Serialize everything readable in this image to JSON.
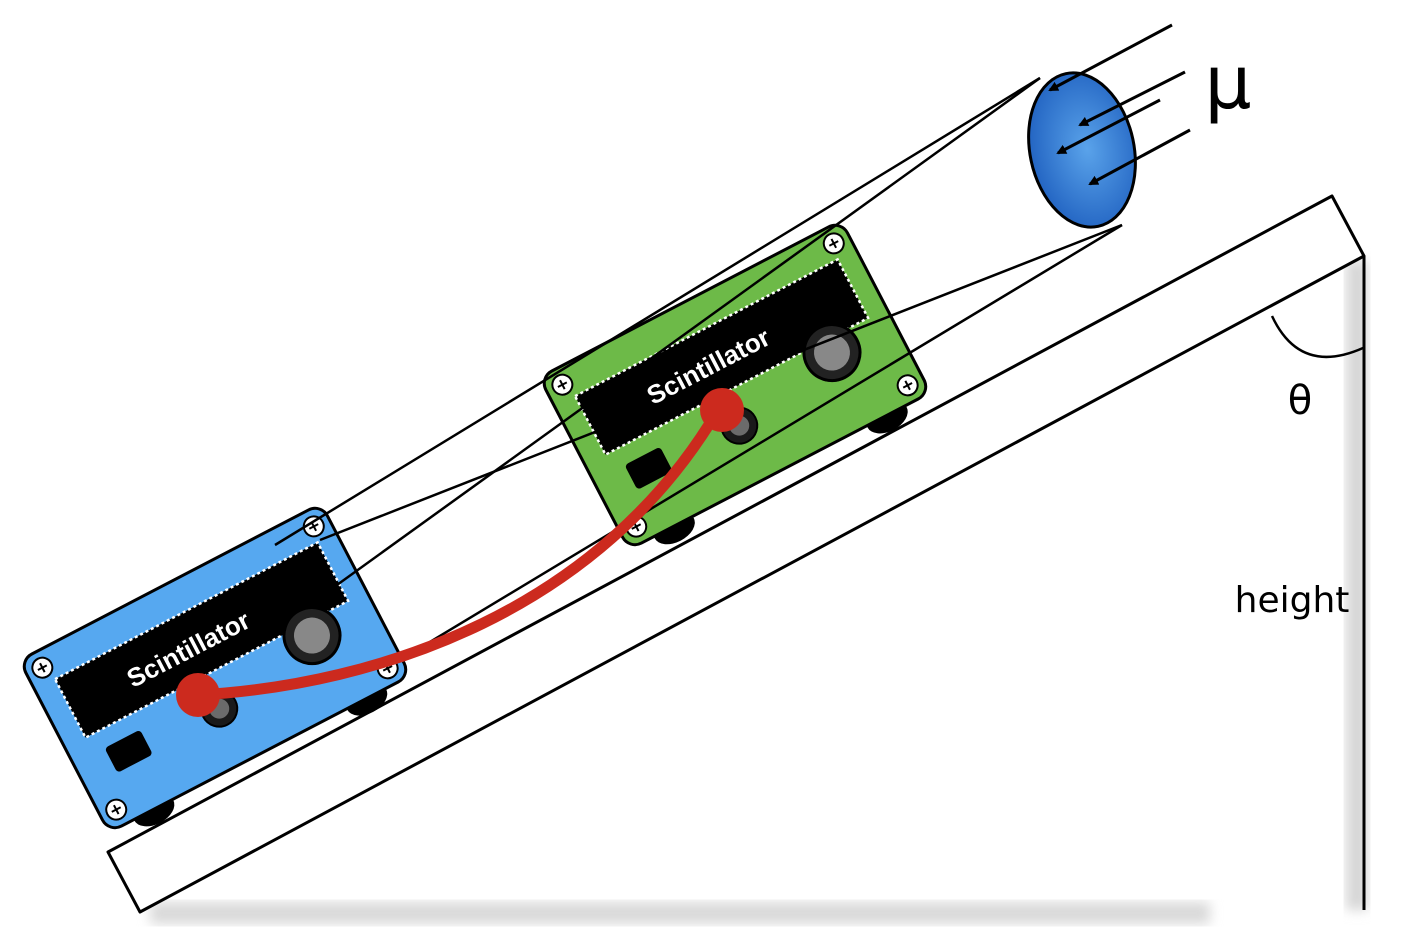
{
  "labels": {
    "muon": "μ",
    "angle": "θ",
    "height": "height",
    "detector_top": "Scintillator",
    "detector_bottom": "Scintillator"
  },
  "colors": {
    "detector_bottom": "#56a8f0",
    "detector_top": "#6dba48",
    "cable": "#cc2a1e",
    "muon_disk": "#2f74d3",
    "scintillator_bar": "#000000",
    "ramp": "#ffffff",
    "shadow": "#d6d6d6"
  },
  "icons": {
    "screw": "screw-icon",
    "connector": "bnc-connector-icon",
    "arrow": "muon-arrow-icon"
  }
}
